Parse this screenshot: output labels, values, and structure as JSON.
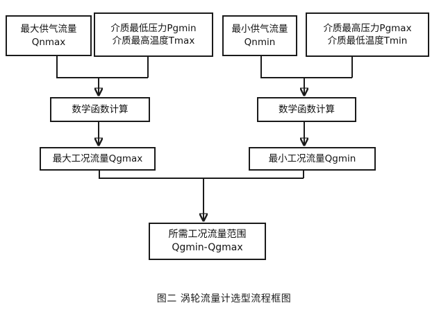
{
  "figure": {
    "caption": "图二  涡轮流量计选型流程框图",
    "background_color": "#ffffff",
    "line_color": "#1a1a1a"
  },
  "nodes": {
    "qnmax": {
      "line1": "最大供气流量",
      "line2": "Qnmax"
    },
    "pgmin": {
      "line1": "介质最低压力Pgmin",
      "line2": "介质最高温度Tmax"
    },
    "qnmin": {
      "line1": "最小供气流量",
      "line2": "Qnmin"
    },
    "pgmax": {
      "line1": "介质最高压力Pgmax",
      "line2": "介质最低温度Tmin"
    },
    "calc_left": {
      "label": "数学函数计算"
    },
    "calc_right": {
      "label": "数学函数计算"
    },
    "qgmax": {
      "label": "最大工况流量Qgmax"
    },
    "qgmin": {
      "label": "最小工况流量Qgmin"
    },
    "range": {
      "line1": "所需工况流量范围",
      "line2": "Qgmin-Qgmax"
    }
  },
  "flow": {
    "edges": [
      {
        "from": "qnmax",
        "to": "calc_left"
      },
      {
        "from": "pgmin",
        "to": "calc_left"
      },
      {
        "from": "qnmin",
        "to": "calc_right"
      },
      {
        "from": "pgmax",
        "to": "calc_right"
      },
      {
        "from": "calc_left",
        "to": "qgmax"
      },
      {
        "from": "calc_right",
        "to": "qgmin"
      },
      {
        "from": "qgmax",
        "to": "range"
      },
      {
        "from": "qgmin",
        "to": "range"
      }
    ]
  }
}
